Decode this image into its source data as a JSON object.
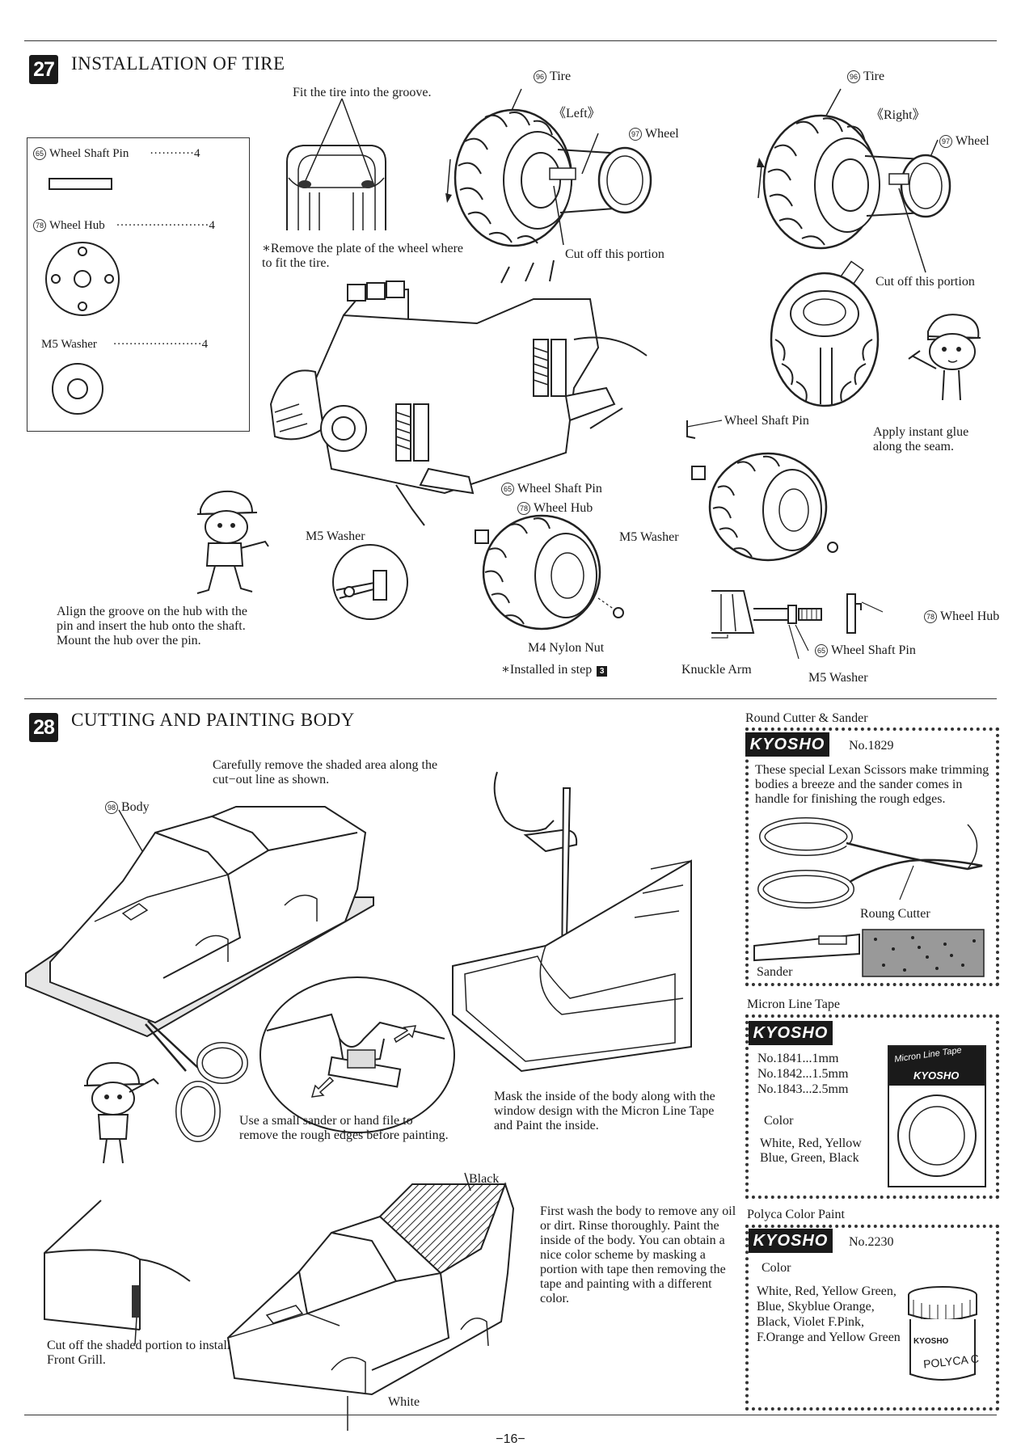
{
  "step27": {
    "number": "27",
    "title": "INSTALLATION OF TIRE",
    "fit_groove": "Fit the tire into the groove.",
    "remove_plate": "∗Remove the plate of the wheel where to fit the tire.",
    "tire_left_label": "Tire",
    "tire_left_num": "96",
    "left_side": "《Left》",
    "wheel_left_label": "Wheel",
    "wheel_left_num": "97",
    "cut_off_left": "Cut off this portion",
    "tire_right_label": "Tire",
    "tire_right_num": "96",
    "right_side": "《Right》",
    "wheel_right_label": "Wheel",
    "wheel_right_num": "97",
    "cut_off_right": "Cut off this portion",
    "glue_note": "Apply instant glue along the seam.",
    "wheel_shaft_pin": "Wheel Shaft Pin",
    "wheel_shaft_pin_65": "Wheel Shaft Pin",
    "wheel_hub_78": "Wheel Hub",
    "m5_washer_left": "M5 Washer",
    "m5_washer_right": "M5 Washer",
    "align_note": "Align the groove on the hub with the pin and insert the hub onto the shaft. Mount the hub over the pin.",
    "m4_nut": "M4 Nylon Nut",
    "installed_step": "∗Installed in step",
    "installed_step_ref": "3",
    "knuckle_arm": "Knuckle Arm",
    "detail_wheel_hub": "Wheel Hub",
    "detail_wheel_shaft_pin": "Wheel Shaft Pin",
    "detail_m5_washer": "M5 Washer",
    "parts": [
      {
        "num": "65",
        "name": "Wheel Shaft Pin",
        "dots": "···········",
        "qty": "4"
      },
      {
        "num": "78",
        "name": "Wheel Hub",
        "dots": "·······················",
        "qty": "4"
      },
      {
        "num": "",
        "name": "M5 Washer",
        "dots": "······················",
        "qty": "4"
      }
    ]
  },
  "step28": {
    "number": "28",
    "title": "CUTTING AND PAINTING BODY",
    "remove_shaded": "Carefully remove the shaded area along the cut−out line as shown.",
    "body_num": "98",
    "body_label": "Body",
    "sander_note": "Use a small sander or hand file to remove the rough edges before painting.",
    "mask_note": "Mask the inside of the body along with the window design with the Micron Line Tape and Paint the inside.",
    "black_label": "Black",
    "white_label": "White",
    "wash_note": "First wash the body to remove any oil or dirt. Rinse thoroughly. Paint the inside of the body. You can obtain a nice color scheme by masking a portion with tape then removing the tape and painting with a different color.",
    "grill_note": "Cut off the shaded portion to install Front Grill."
  },
  "sidebar": {
    "brand": "KYOSHO",
    "cutter": {
      "title": "Round Cutter & Sander",
      "number": "No.1829",
      "desc": "These special Lexan Scissors make trimming bodies a breeze and the sander comes in handle for finishing the rough edges.",
      "cutter_label": "Roung Cutter",
      "sander_label": "Sander"
    },
    "tape": {
      "title": "Micron Line Tape",
      "sizes": [
        "No.1841...1mm",
        "No.1842...1.5mm",
        "No.1843...2.5mm"
      ],
      "color_head": "Color",
      "colors": "White, Red, Yellow Blue, Green, Black",
      "pkg_label": "Micron Line Tape",
      "pkg_brand": "KYOSHO"
    },
    "paint": {
      "title": "Polyca Color Paint",
      "number": "No.2230",
      "color_head": "Color",
      "colors": "White, Red, Yellow Green, Blue, Skyblue Orange, Black, Violet F.Pink, F.Orange and Yellow Green",
      "jar_brand": "KYOSHO",
      "jar_label": "POLYCA C"
    }
  },
  "page_number": "−16−"
}
